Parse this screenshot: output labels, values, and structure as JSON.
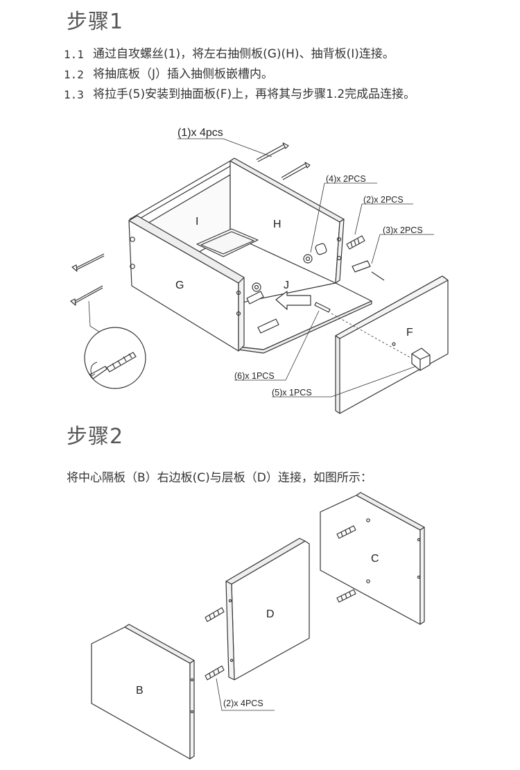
{
  "step1": {
    "title": "步骤1",
    "instructions": [
      {
        "num": "1.1",
        "text": "通过自攻螺丝(1)，将左右抽侧板(G)(H)、抽背板(I)连接。"
      },
      {
        "num": "1.2",
        "text": "将抽底板（J）插入抽侧板嵌槽内。"
      },
      {
        "num": "1.3",
        "text": "将拉手(5)安装到抽面板(F)上，再将其与步骤1.2完成品连接。"
      }
    ],
    "callouts": {
      "screws": "(1)x 4pcs",
      "part4": "(4)x 2PCS",
      "part2": "(2)x 2PCS",
      "part3": "(3)x 2PCS",
      "part6": "(6)x 1PCS",
      "part5": "(5)x 1PCS"
    },
    "panels": {
      "G": "G",
      "H": "H",
      "I": "I",
      "J": "J",
      "F": "F"
    }
  },
  "step2": {
    "title": "步骤2",
    "description": "将中心隔板（B）右边板(C)与层板（D）连接，如图所示：",
    "callouts": {
      "part2": "(2)x 4PCS"
    },
    "panels": {
      "B": "B",
      "C": "C",
      "D": "D"
    }
  },
  "colors": {
    "line": "#333333",
    "panel_fill": "#ffffff",
    "shade": "#f2f2f2"
  }
}
